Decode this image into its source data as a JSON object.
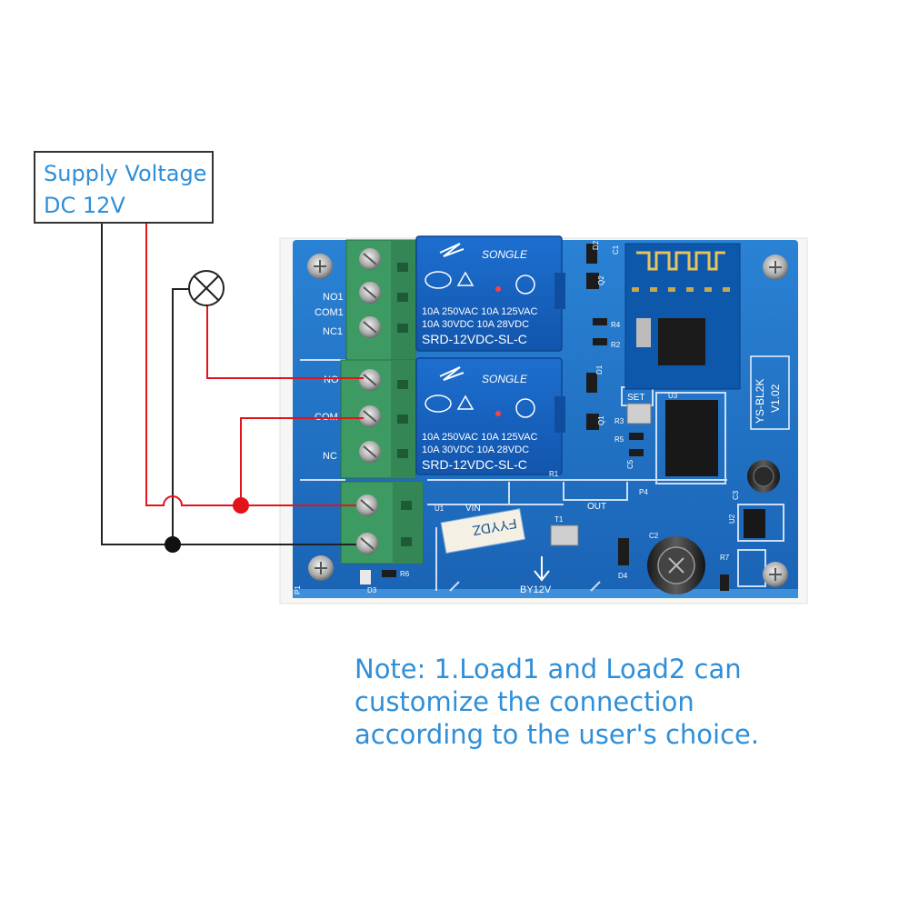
{
  "supply": {
    "line1": "Supply Voltage",
    "line2": "DC 12V"
  },
  "board": {
    "relay_brand": "SONGLE",
    "relay_rating_line1": "10A 250VAC  10A 125VAC",
    "relay_rating_line2": "10A 30VDC  10A 28VDC",
    "relay_model": "SRD-12VDC-SL-C",
    "terminal_labels": [
      "NO1",
      "COM1",
      "NC1",
      "NO",
      "COM",
      "NC"
    ],
    "module_label": "YS-BL2K",
    "version_label": "V1.02",
    "set_label": "SET",
    "vin_label": "VIN",
    "out_label": "OUT",
    "by_label": "BY12V",
    "sticker_text": "FYYDZ",
    "component_labels": [
      "D2",
      "C1",
      "Q2",
      "R4",
      "R2",
      "D1",
      "R3",
      "R5",
      "Q1",
      "C5",
      "U3",
      "P4",
      "C3",
      "U2",
      "T1",
      "R7",
      "D4",
      "C2",
      "R6",
      "D3",
      "U1",
      "R1",
      "P1"
    ]
  },
  "note": {
    "line1": "Note: 1.Load1 and Load2 can",
    "line2": "customize the connection",
    "line3": "according to the user's choice."
  },
  "colors": {
    "label_blue": "#2f8fd8",
    "wire_red": "#e3131b",
    "wire_black": "#222222",
    "pcb_blue": "#1f74c4",
    "terminal_green": "#3e9a63",
    "relay_blue": "#1560c0"
  }
}
